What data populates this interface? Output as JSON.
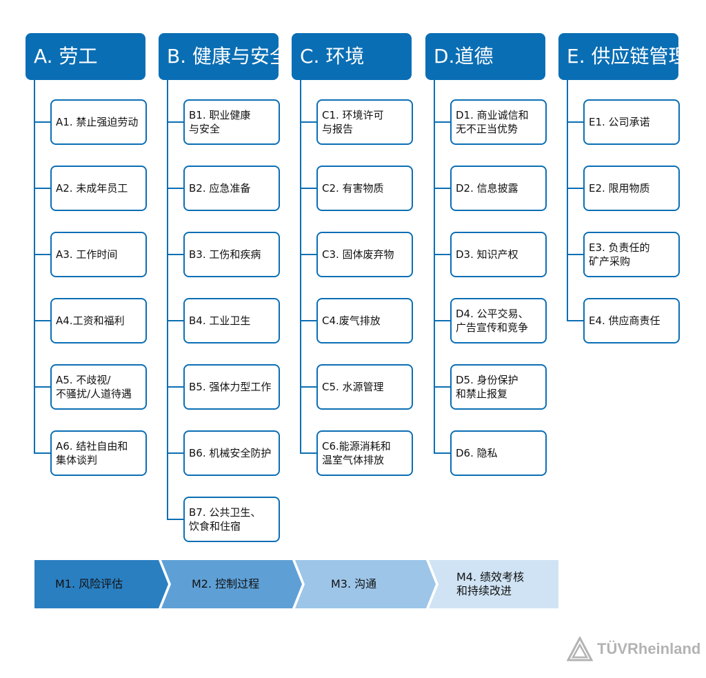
{
  "categories": [
    {
      "header": "A. 劳工",
      "items": [
        "A1. 禁止强迫劳动",
        "A2. 未成年员工",
        "A3. 工作时间",
        "A4.工资和福利",
        "A5. 不歧视/\n不骚扰/人道待遇",
        "A6. 结社自由和\n集体谈判"
      ]
    },
    {
      "header": "B. 健康与安全",
      "items": [
        "B1. 职业健康\n与安全",
        "B2. 应急准备",
        "B3. 工伤和疾病",
        "B4. 工业卫生",
        "B5. 强体力型工作",
        "B6. 机械安全防护",
        "B7. 公共卫生、\n饮食和住宿"
      ]
    },
    {
      "header": "C. 环境",
      "items": [
        "C1. 环境许可\n与报告",
        "C2. 有害物质",
        "C3. 固体废弃物",
        "C4.废气排放",
        "C5. 水源管理",
        "C6.能源消耗和\n温室气体排放"
      ]
    },
    {
      "header": "D.道德",
      "items": [
        "D1. 商业诚信和\n无不正当优势",
        "D2. 信息披露",
        "D3. 知识产权",
        "D4. 公平交易、\n广告宣传和竞争",
        "D5. 身份保护\n和禁止报复",
        "D6. 隐私"
      ]
    },
    {
      "header": "E. 供应链管理",
      "items": [
        "E1. 公司承诺",
        "E2. 限用物质",
        "E3. 负责任的\n矿产采购",
        "E4. 供应商责任"
      ]
    }
  ],
  "process_steps": [
    {
      "label": "M1. 风险评估",
      "color": "#2a7fc1"
    },
    {
      "label": "M2. 控制过程",
      "color": "#5ea0d6"
    },
    {
      "label": "M3. 沟通",
      "color": "#9cc5e8"
    },
    {
      "label": "M4. 绩效考核\n和持续改进",
      "color": "#cfe3f4"
    }
  ],
  "colors": {
    "primary": "#0a6eb4",
    "logo": "#b3b3b3"
  },
  "logo": {
    "text": "TÜVRheinland",
    "icon": "tuv-triangle-logo-icon"
  }
}
